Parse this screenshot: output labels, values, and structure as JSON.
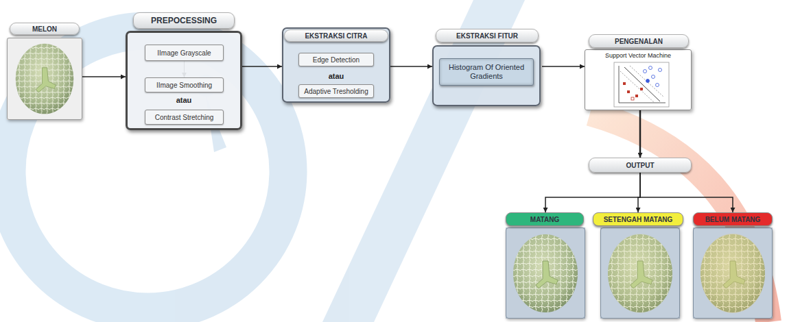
{
  "diagram": {
    "nodes": [
      {
        "text": [
          "MELON"
        ]
      },
      {
        "text": [
          "PREPOCESSING",
          "atau"
        ]
      },
      {
        "text": [
          "IImage Grayscale"
        ],
        "in": 1
      },
      {
        "text": [
          "IImage Smoothing"
        ],
        "in": 1
      },
      {
        "text": [
          "Contrast Stretching"
        ],
        "in": 1
      },
      {
        "text": [
          "EKSTRAKSI CITRA",
          "atau"
        ]
      },
      {
        "text": [
          "Edge Detection"
        ],
        "in": 5
      },
      {
        "text": [
          "Adaptive Tresholding"
        ],
        "in": 5
      },
      {
        "text": [
          "EKSTRAKSI FITUR"
        ]
      },
      {
        "text": [
          "Histogram Of Oriented Gradients"
        ],
        "in": 8
      },
      {
        "text": [
          "PENGENALAN",
          "Support Vector Machine"
        ]
      },
      {
        "text": [
          "OUTPUT"
        ]
      },
      {
        "text": [
          "MATANG"
        ]
      },
      {
        "text": [
          "SETENGAH MATANG"
        ]
      },
      {
        "text": [
          "BELUM MATANG"
        ]
      }
    ],
    "edges": [
      {
        "from": 0,
        "to": 1,
        "arrow": "to"
      },
      {
        "from": 2,
        "to": 3,
        "arrow": "to"
      },
      {
        "from": 1,
        "to": 5,
        "arrow": "to"
      },
      {
        "from": 5,
        "to": 8,
        "arrow": "to"
      },
      {
        "from": 8,
        "to": 10,
        "arrow": "to"
      },
      {
        "from": 10,
        "to": 11,
        "arrow": "to"
      },
      {
        "from": 11,
        "to": 12,
        "arrow": "to"
      },
      {
        "from": 11,
        "to": 13,
        "arrow": "to"
      },
      {
        "from": 11,
        "to": 14,
        "arrow": "to"
      }
    ]
  }
}
